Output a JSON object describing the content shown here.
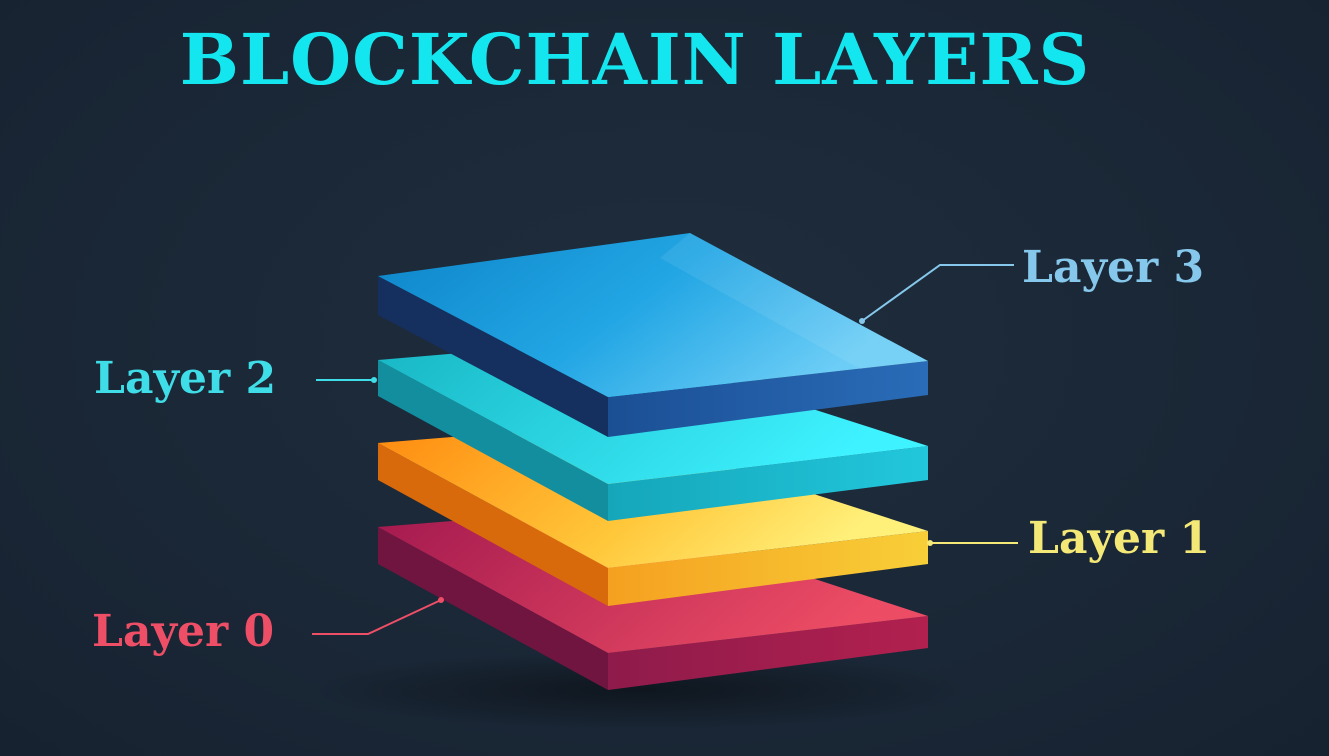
{
  "title": "BLOCKCHAIN LAYERS",
  "layers": [
    {
      "label": "Layer 0",
      "color": "#ee4f67"
    },
    {
      "label": "Layer 1",
      "color": "#f4e977"
    },
    {
      "label": "Layer 2",
      "color": "#3fdde8"
    },
    {
      "label": "Layer 3",
      "color": "#86c8ec"
    }
  ]
}
